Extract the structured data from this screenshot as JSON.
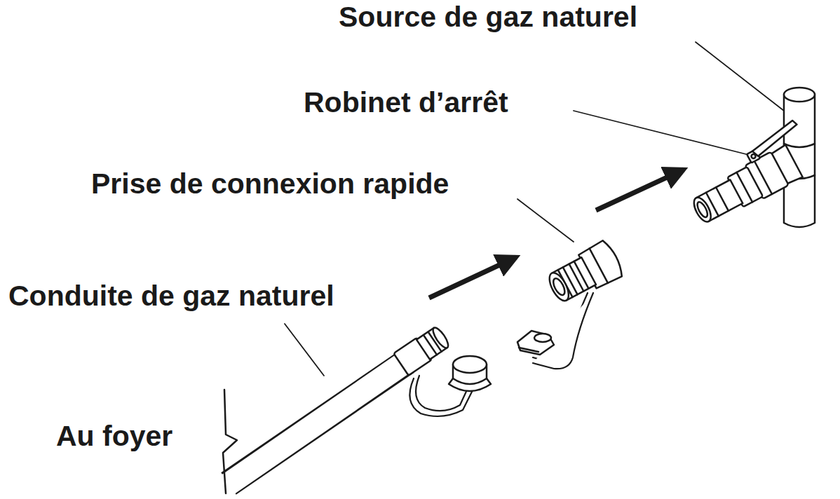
{
  "diagram": {
    "labels": [
      "Source de gaz naturel",
      "Robinet d’arrêt",
      "Prise de connexion rapide",
      "Conduite de gaz naturel",
      "Au foyer"
    ]
  }
}
